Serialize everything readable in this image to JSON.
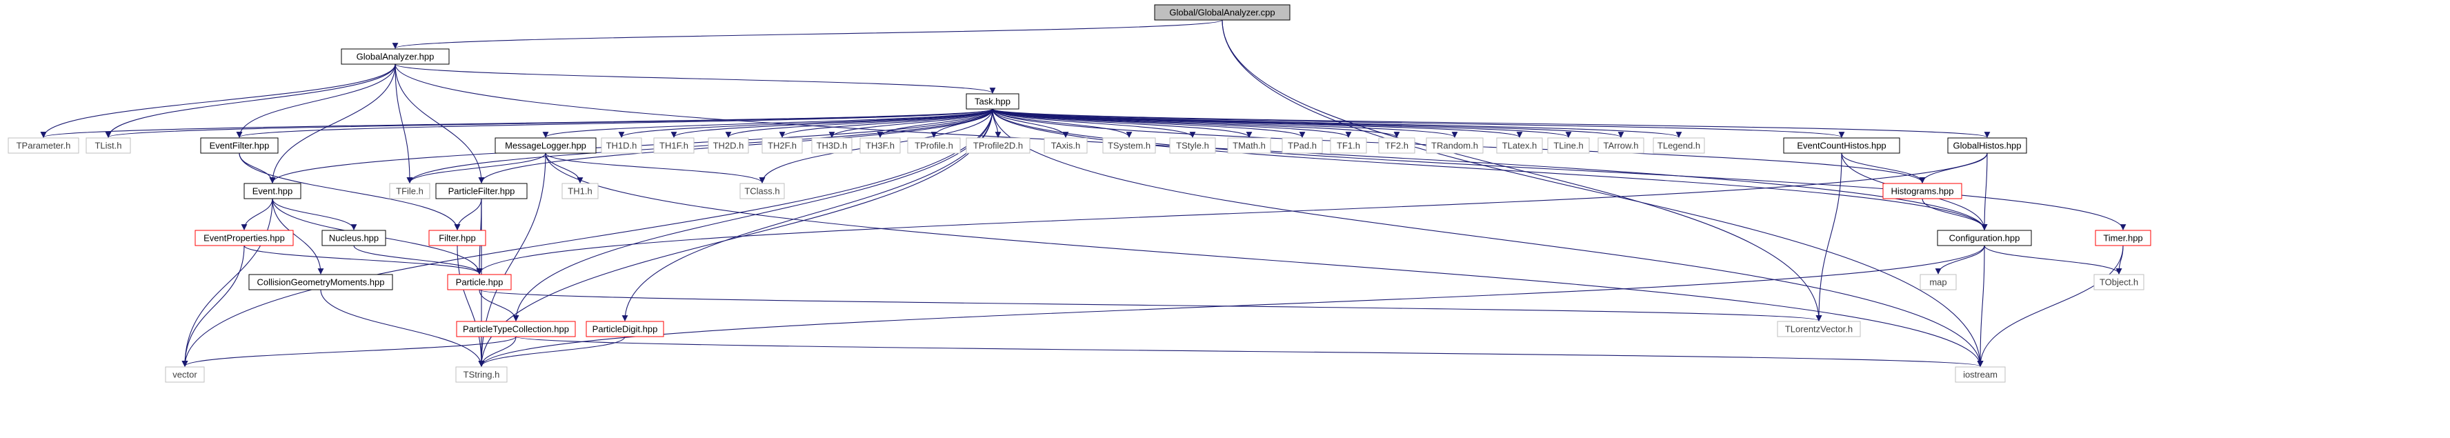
{
  "colors": {
    "edge": "#191970",
    "root_fill": "#bfbfbf",
    "documented_border": "#000000",
    "warning_border": "#ff0000",
    "external_border": "#bfbfbf",
    "external_text": "#404040"
  },
  "nodes": {
    "global_analyzer_cpp": "Global/GlobalAnalyzer.cpp",
    "global_analyzer_hpp": "GlobalAnalyzer.hpp",
    "task_hpp": "Task.hpp",
    "tparameter_h": "TParameter.h",
    "tlist_h": "TList.h",
    "eventfilter_hpp": "EventFilter.hpp",
    "messagelogger_hpp": "MessageLogger.hpp",
    "th1d_h": "TH1D.h",
    "th1f_h": "TH1F.h",
    "th2d_h": "TH2D.h",
    "th2f_h": "TH2F.h",
    "th3d_h": "TH3D.h",
    "th3f_h": "TH3F.h",
    "tprofile_h": "TProfile.h",
    "tprofile2d_h": "TProfile2D.h",
    "taxis_h": "TAxis.h",
    "tsystem_h": "TSystem.h",
    "tstyle_h": "TStyle.h",
    "tmath_h": "TMath.h",
    "tpad_h": "TPad.h",
    "tf1_h": "TF1.h",
    "tf2_h": "TF2.h",
    "trandom_h": "TRandom.h",
    "tlatex_h": "TLatex.h",
    "tline_h": "TLine.h",
    "tarrow_h": "TArrow.h",
    "tlegend_h": "TLegend.h",
    "eventcounthistos_hpp": "EventCountHistos.hpp",
    "globalhistos_hpp": "GlobalHistos.hpp",
    "tfile_h": "TFile.h",
    "particlefilter_hpp": "ParticleFilter.hpp",
    "th1_h": "TH1.h",
    "tclass_h": "TClass.h",
    "histograms_hpp": "Histograms.hpp",
    "event_hpp": "Event.hpp",
    "eventproperties_hpp": "EventProperties.hpp",
    "nucleus_hpp": "Nucleus.hpp",
    "filter_hpp": "Filter.hpp",
    "configuration_hpp": "Configuration.hpp",
    "timer_hpp": "Timer.hpp",
    "collisiongeometrymoments_hpp": "CollisionGeometryMoments.hpp",
    "particle_hpp": "Particle.hpp",
    "map": "map",
    "tobject_h": "TObject.h",
    "particletypecollection_hpp": "ParticleTypeCollection.hpp",
    "particledigit_hpp": "ParticleDigit.hpp",
    "tlorentzvector_h": "TLorentzVector.h",
    "vector": "vector",
    "tstring_h": "TString.h",
    "iostream": "iostream"
  }
}
